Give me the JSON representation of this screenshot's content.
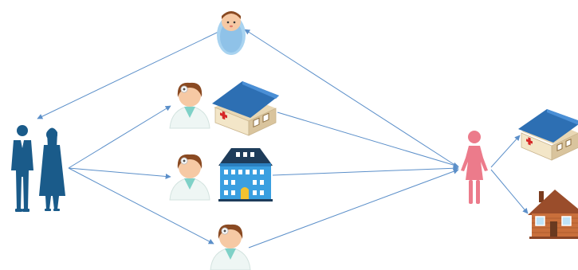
{
  "colors": {
    "arrow": "#5b8fc9",
    "couple": "#1a5b8a",
    "woman": "#ec7b8b",
    "doctor_skin": "#f6c9a4",
    "doctor_hair": "#8a4a22",
    "doctor_coat": "#eef6f4",
    "doctor_collar": "#7fd1c7",
    "hospital_roof": "#2d6fb3",
    "hospital_wall": "#e8d7b4",
    "hospital_cross": "#d62828",
    "building_blue": "#3a9fe0",
    "building_roof": "#1e3c5a",
    "house_wall": "#c96f3b",
    "house_roof": "#9a4d2b",
    "baby_blanket": "#a8d3f0"
  },
  "nodes": [
    {
      "id": "couple",
      "icon": "business-couple-icon"
    },
    {
      "id": "baby",
      "icon": "baby-icon"
    },
    {
      "id": "doctor-1",
      "icon": "doctor-icon"
    },
    {
      "id": "doctor-2",
      "icon": "doctor-icon"
    },
    {
      "id": "doctor-3",
      "icon": "doctor-icon"
    },
    {
      "id": "hospital-1",
      "icon": "hospital-icon"
    },
    {
      "id": "apartment",
      "icon": "apartment-building-icon"
    },
    {
      "id": "woman",
      "icon": "woman-icon"
    },
    {
      "id": "hospital-2",
      "icon": "hospital-icon"
    },
    {
      "id": "house",
      "icon": "house-icon"
    }
  ],
  "edges": [
    {
      "from": "couple",
      "to": "doctor-1"
    },
    {
      "from": "couple",
      "to": "doctor-2"
    },
    {
      "from": "couple",
      "to": "doctor-3"
    },
    {
      "from": "baby",
      "to": "couple"
    },
    {
      "from": "woman",
      "to": "baby"
    },
    {
      "from": "hospital-1",
      "to": "woman"
    },
    {
      "from": "apartment",
      "to": "woman"
    },
    {
      "from": "doctor-3",
      "to": "woman"
    },
    {
      "from": "woman",
      "to": "hospital-2"
    },
    {
      "from": "woman",
      "to": "house"
    }
  ]
}
